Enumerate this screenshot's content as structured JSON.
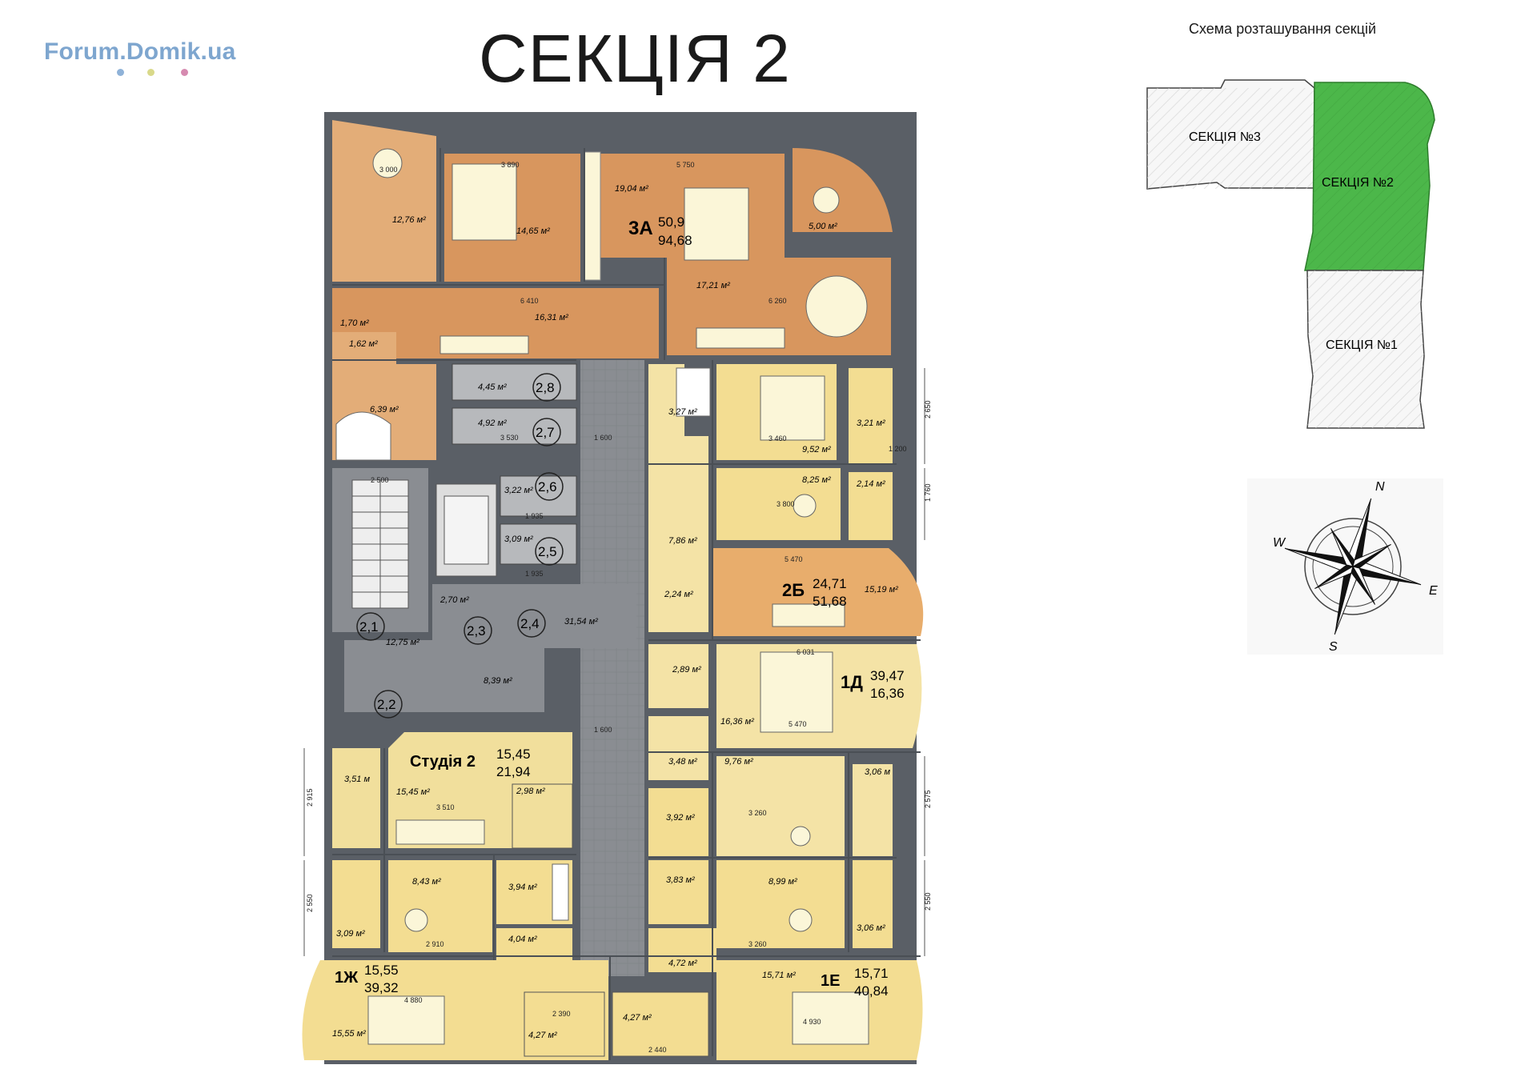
{
  "header": {
    "logo": "Forum.Domik.ua",
    "title": "СЕКЦІЯ 2",
    "scheme_caption": "Схема розташування секцій"
  },
  "colors": {
    "wall": "#555a60",
    "corridor": "#8a8d92",
    "apt_3a": "#d8965e",
    "apt_3a_alt": "#e3ad78",
    "apt_2b": "#e8ad6c",
    "apt_1d": "#f4e3a6",
    "studio": "#f1df9c",
    "apt_1zh": "#f3dd92",
    "apt_1e": "#f3dd92",
    "storage": "#b7b9bc",
    "furniture": "#fbf6d8",
    "section_active": "#4cb74a",
    "section_inactive": "#f4f4f4"
  },
  "sections": [
    {
      "label": "СЕКЦІЯ №3",
      "active": false
    },
    {
      "label": "СЕКЦІЯ №2",
      "active": true
    },
    {
      "label": "СЕКЦІЯ №1",
      "active": false
    }
  ],
  "compass": {
    "n": "N",
    "e": "E",
    "s": "S",
    "w": "W"
  },
  "apartments": [
    {
      "code": "3А",
      "living": "50,9",
      "total": "94,68"
    },
    {
      "code": "2Б",
      "living": "24,71",
      "total": "51,68"
    },
    {
      "code": "1Д",
      "living": "39,47",
      "total": "16,36"
    },
    {
      "code": "Студія 2",
      "living": "15,45",
      "total": "21,94"
    },
    {
      "code": "1Ж",
      "living": "15,55",
      "total": "39,32"
    },
    {
      "code": "1Е",
      "living": "15,71",
      "total": "40,84"
    }
  ],
  "room_labels": {
    "r3a_kitchen": "12,76 м²",
    "r3a_bed1": "14,65 м²",
    "r3a_bed2": "19,04 м²",
    "r3a_balcony": "5,00 м²",
    "r3a_living": "17,21 м²",
    "r3a_hall": "16,31 м²",
    "r3a_wc1": "1,70 м²",
    "r3a_wc2": "1,62 м²",
    "r3a_bath": "6,39 м²",
    "st_28": "4,45 м²",
    "st_27": "4,92 м²",
    "st_26": "3,22 м²",
    "st_25": "3,09 м²",
    "lift_hall": "2,70 м²",
    "stair": "12,75 м²",
    "corr_24": "31,54 м²",
    "corr_22": "8,39 м²",
    "r2b_bath": "3,27 м²",
    "r2b_bed": "9,52 м²",
    "r2b_balc1": "3,21 м²",
    "r2b_kitchen": "8,25 м²",
    "r2b_balc2": "2,14 м²",
    "r2b_hall": "7,86 м²",
    "r2b_wc": "2,24 м²",
    "r2b_living": "15,19 м²",
    "r1d_hall": "2,89 м²",
    "r1d_room": "16,36 м²",
    "r1d_bath": "3,48 м²",
    "r1d_kitchen": "9,76 м²",
    "r1d_balc": "3,06 м",
    "st2_balc": "3,51 м",
    "st2_room": "15,45 м²",
    "st2_bath": "2,98 м²",
    "r1zh_kitchen": "8,43 м²",
    "r1zh_balc": "3,09 м²",
    "r1zh_bath": "3,94 м²",
    "r1zh_hall": "4,04 м²",
    "r1zh_room": "15,55 м²",
    "r1zh_hall2": "4,27 м²",
    "r1e_bath1": "3,92 м²",
    "r1e_bath": "3,83 м²",
    "r1e_kitchen": "8,99 м²",
    "r1e_balc": "3,06 м²",
    "r1e_hall": "4,72 м²",
    "r1e_room": "15,71 м²",
    "r1e_hall2": "4,27 м²"
  },
  "room_numbers": {
    "n21": "2,1",
    "n22": "2,2",
    "n23": "2,3",
    "n24": "2,4",
    "n25": "2,5",
    "n26": "2,6",
    "n27": "2,7",
    "n28": "2,8"
  },
  "dimensions": {
    "d3000": "3 000",
    "d3890": "3 890",
    "d5750": "5 750",
    "d6410": "6 410",
    "d6260": "6 260",
    "d2500": "2 500",
    "d3530": "3 530",
    "d1600a": "1 600",
    "d1935a": "1 935",
    "d1935b": "1 935",
    "d5470a": "5 470",
    "d3460": "3 460",
    "d3800": "3 800",
    "d6031": "6 031",
    "d5470b": "5 470",
    "d3510": "3 510",
    "d3260a": "3 260",
    "d2910": "2 910",
    "d3260b": "3 260",
    "d4880": "4 880",
    "d4930": "4 930",
    "d2390": "2 390",
    "d2440": "2 440",
    "d1600b": "1 600",
    "d2915": "2 915",
    "d2550a": "2 550",
    "d2650": "2 650",
    "d1760": "1 760",
    "d2575": "2 575",
    "d2550b": "2 550",
    "d1200": "1 200"
  }
}
